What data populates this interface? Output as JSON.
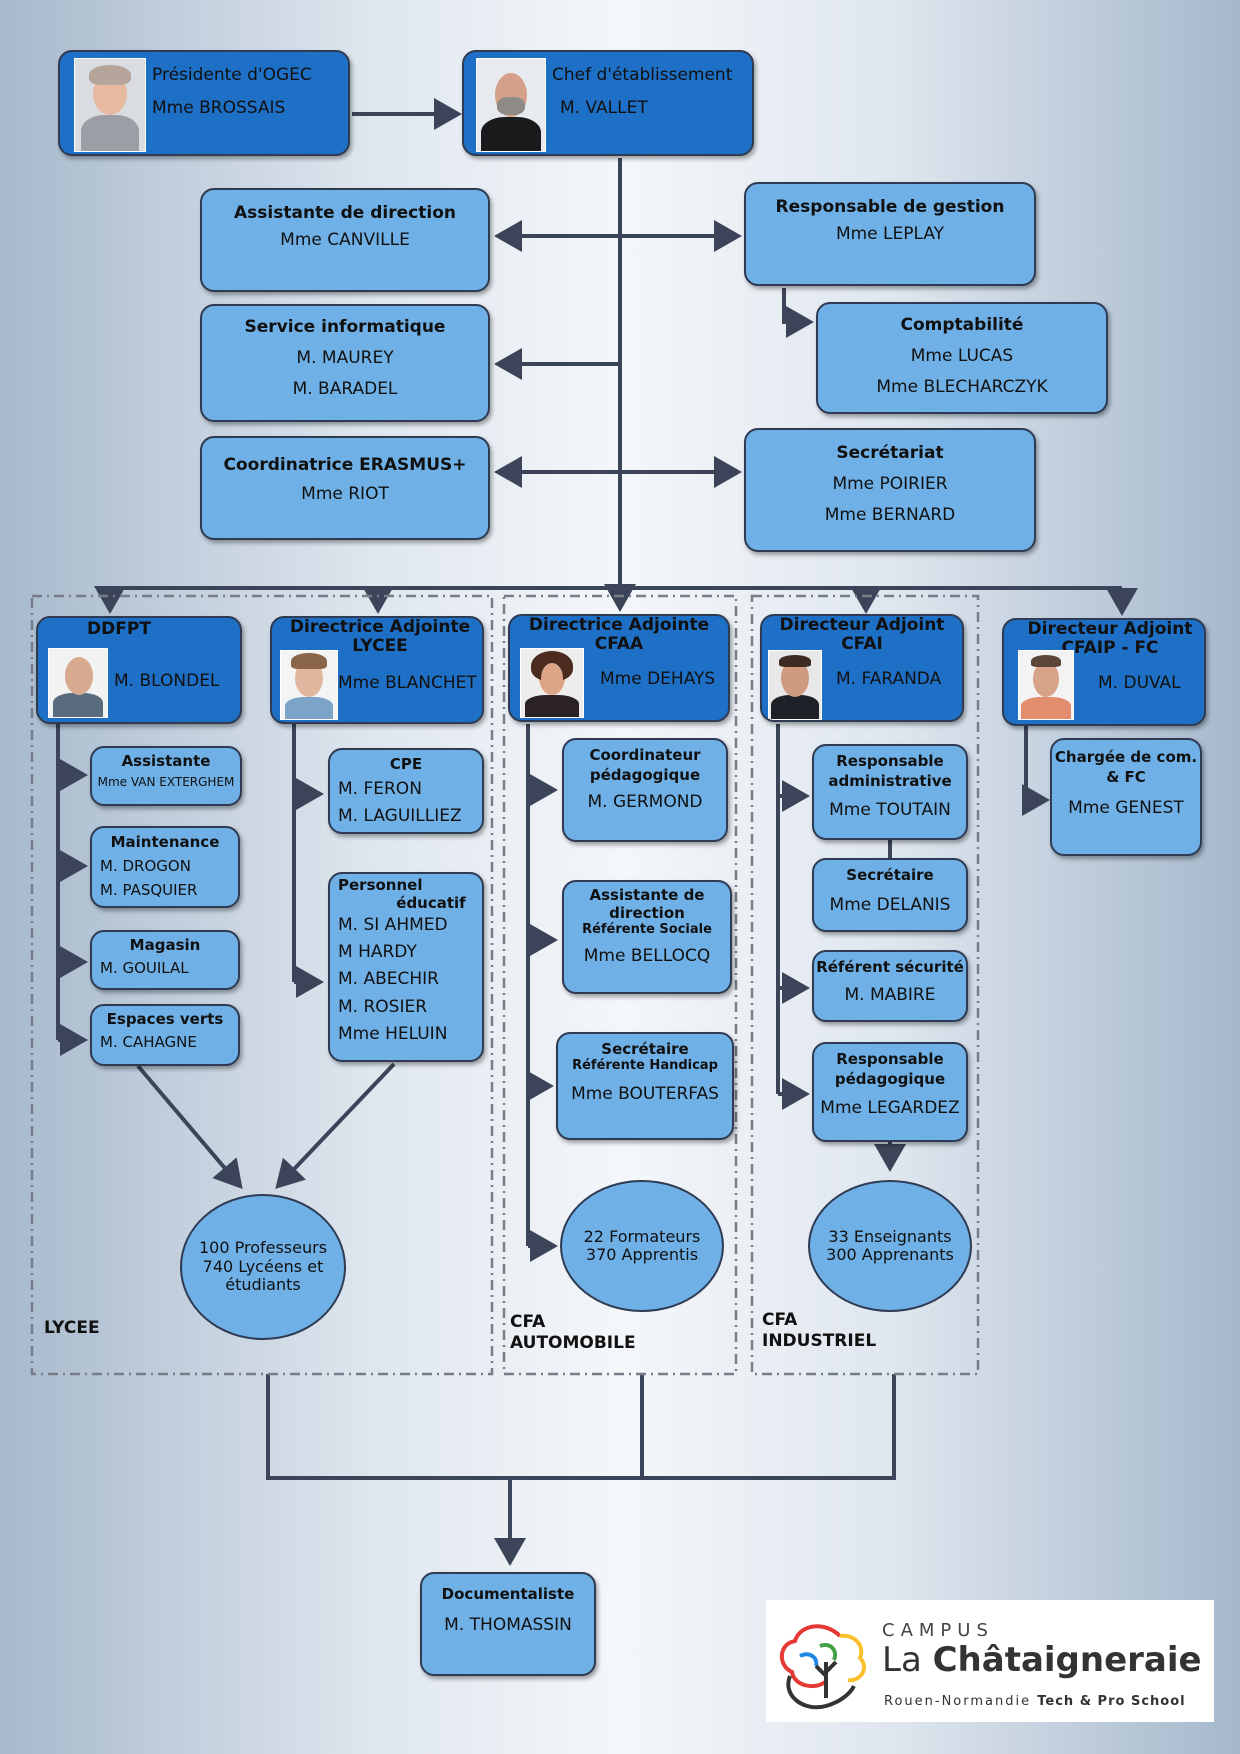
{
  "top": {
    "ogec": {
      "role": "Présidente d'OGEC",
      "name": "Mme BROSSAIS"
    },
    "chef": {
      "role": "Chef d'établissement",
      "name": "M. VALLET"
    }
  },
  "staff": {
    "assistante_direction": {
      "title": "Assistante de direction",
      "names": [
        "Mme CANVILLE"
      ]
    },
    "service_info": {
      "title": "Service informatique",
      "names": [
        "M. MAUREY",
        "M. BARADEL"
      ]
    },
    "erasmus": {
      "title": "Coordinatrice ERASMUS+",
      "names": [
        "Mme RIOT"
      ]
    },
    "gestion": {
      "title": "Responsable de gestion",
      "names": [
        "Mme LEPLAY"
      ]
    },
    "compta": {
      "title": "Comptabilité",
      "names": [
        "Mme LUCAS",
        "Mme BLECHARCZYK"
      ]
    },
    "secretariat": {
      "title": "Secrétariat",
      "names": [
        "Mme POIRIER",
        "Mme BERNARD"
      ]
    }
  },
  "heads": {
    "ddfpt": {
      "role": "DDFPT",
      "name": "M. BLONDEL"
    },
    "lycee": {
      "role": "Directrice Adjointe LYCEE",
      "name": "Mme BLANCHET"
    },
    "cfaa": {
      "role": "Directrice Adjointe CFAA",
      "name": "Mme DEHAYS"
    },
    "cfai": {
      "role": "Directeur Adjoint CFAI",
      "name": "M. FARANDA"
    },
    "cfaip": {
      "role": "Directeur Adjoint CFAIP - FC",
      "name": "M. DUVAL"
    }
  },
  "ddfpt_units": {
    "assistante": {
      "title": "Assistante",
      "names": [
        "Mme VAN EXTERGHEM"
      ]
    },
    "maintenance": {
      "title": "Maintenance",
      "names": [
        "M. DROGON",
        "M. PASQUIER"
      ]
    },
    "magasin": {
      "title": "Magasin",
      "names": [
        "M. GOUILAL"
      ]
    },
    "espaces": {
      "title": "Espaces verts",
      "names": [
        "M. CAHAGNE"
      ]
    }
  },
  "lycee_units": {
    "cpe": {
      "title": "CPE",
      "names": [
        "M. FERON",
        "M. LAGUILLIEZ"
      ]
    },
    "perso": {
      "title1": "Personnel",
      "title2": "éducatif",
      "names": [
        "M. SI AHMED",
        "M HARDY",
        "M. ABECHIR",
        "M. ROSIER",
        "Mme HELUIN"
      ]
    }
  },
  "cfaa_units": {
    "coord": {
      "title1": "Coordinateur",
      "title2": "pédagogique",
      "names": [
        "M. GERMOND"
      ]
    },
    "assist": {
      "title1": "Assistante de",
      "title2": "direction",
      "sub": "Référente Sociale",
      "names": [
        "Mme BELLOCQ"
      ]
    },
    "secr": {
      "title": "Secrétaire",
      "sub": "Référente Handicap",
      "names": [
        "Mme BOUTERFAS"
      ]
    }
  },
  "cfai_units": {
    "resp_admin": {
      "title1": "Responsable",
      "title2": "administrative",
      "names": [
        "Mme TOUTAIN"
      ]
    },
    "secretaire": {
      "title": "Secrétaire",
      "names": [
        "Mme DELANIS"
      ]
    },
    "securite": {
      "title": "Référent sécurité",
      "names": [
        "M. MABIRE"
      ]
    },
    "resp_peda": {
      "title1": "Responsable",
      "title2": "pédagogique",
      "names": [
        "Mme LEGARDEZ"
      ]
    }
  },
  "cfaip_units": {
    "com": {
      "title1": "Chargée de com.",
      "title2": "& FC",
      "names": [
        "Mme GENEST"
      ]
    }
  },
  "circles": {
    "lycee": [
      "100 Professeurs",
      "740 Lycéens et",
      "étudiants"
    ],
    "cfaa": [
      "22 Formateurs",
      "370 Apprentis"
    ],
    "cfai": [
      "33 Enseignants",
      "300 Apprenants"
    ]
  },
  "zones": {
    "lycee": "LYCEE",
    "cfaa": [
      "CFA",
      "AUTOMOBILE"
    ],
    "cfai": [
      "CFA",
      "INDUSTRIEL"
    ]
  },
  "doc": {
    "title": "Documentaliste",
    "names": [
      "M. THOMASSIN"
    ]
  },
  "logo": {
    "campus": "CAMPUS",
    "la": "La",
    "name": "Châtaigneraie",
    "tagline": "Rouen-Normandie",
    "tag_bold": "Tech & Pro School"
  },
  "colors": {
    "dark_box": "#1e6fc6",
    "light_box": "#6fb0e6",
    "line": "#3b4459"
  }
}
